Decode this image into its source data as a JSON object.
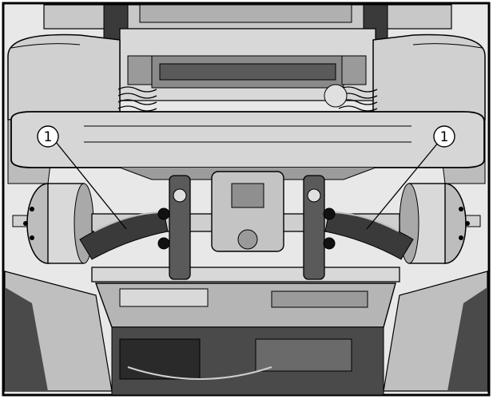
{
  "callouts": [
    {
      "id": "left",
      "label": "1"
    },
    {
      "id": "right",
      "label": "1"
    }
  ],
  "colors": {
    "background": "#ffffff",
    "outline": "#000000",
    "metal_light": "#d4d4d4",
    "metal_mid": "#a3a3a3",
    "metal_dark": "#5a5a5a",
    "shadow": "#1a1a1a"
  }
}
